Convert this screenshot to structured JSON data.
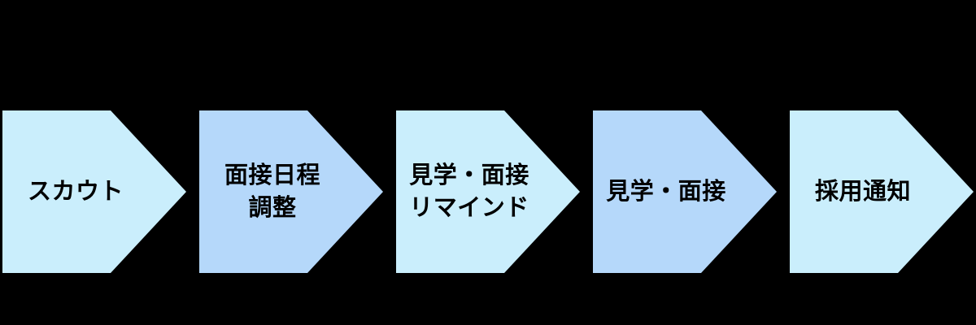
{
  "canvas": {
    "background": "#000000"
  },
  "flow": {
    "type": "process-flow",
    "direction": "left-to-right",
    "text_color": "#000000",
    "palette": {
      "light_blue": "#caeefc",
      "periwinkle_blue": "#b5d8fa"
    },
    "steps": [
      {
        "label": "スカウト",
        "fill": "#caeefc"
      },
      {
        "label": "面接日程\n調整",
        "fill": "#b5d8fa"
      },
      {
        "label": "見学・面接\nリマインド",
        "fill": "#caeefc"
      },
      {
        "label": "見学・面接",
        "fill": "#b5d8fa"
      },
      {
        "label": "採用通知",
        "fill": "#caeefc"
      }
    ]
  }
}
